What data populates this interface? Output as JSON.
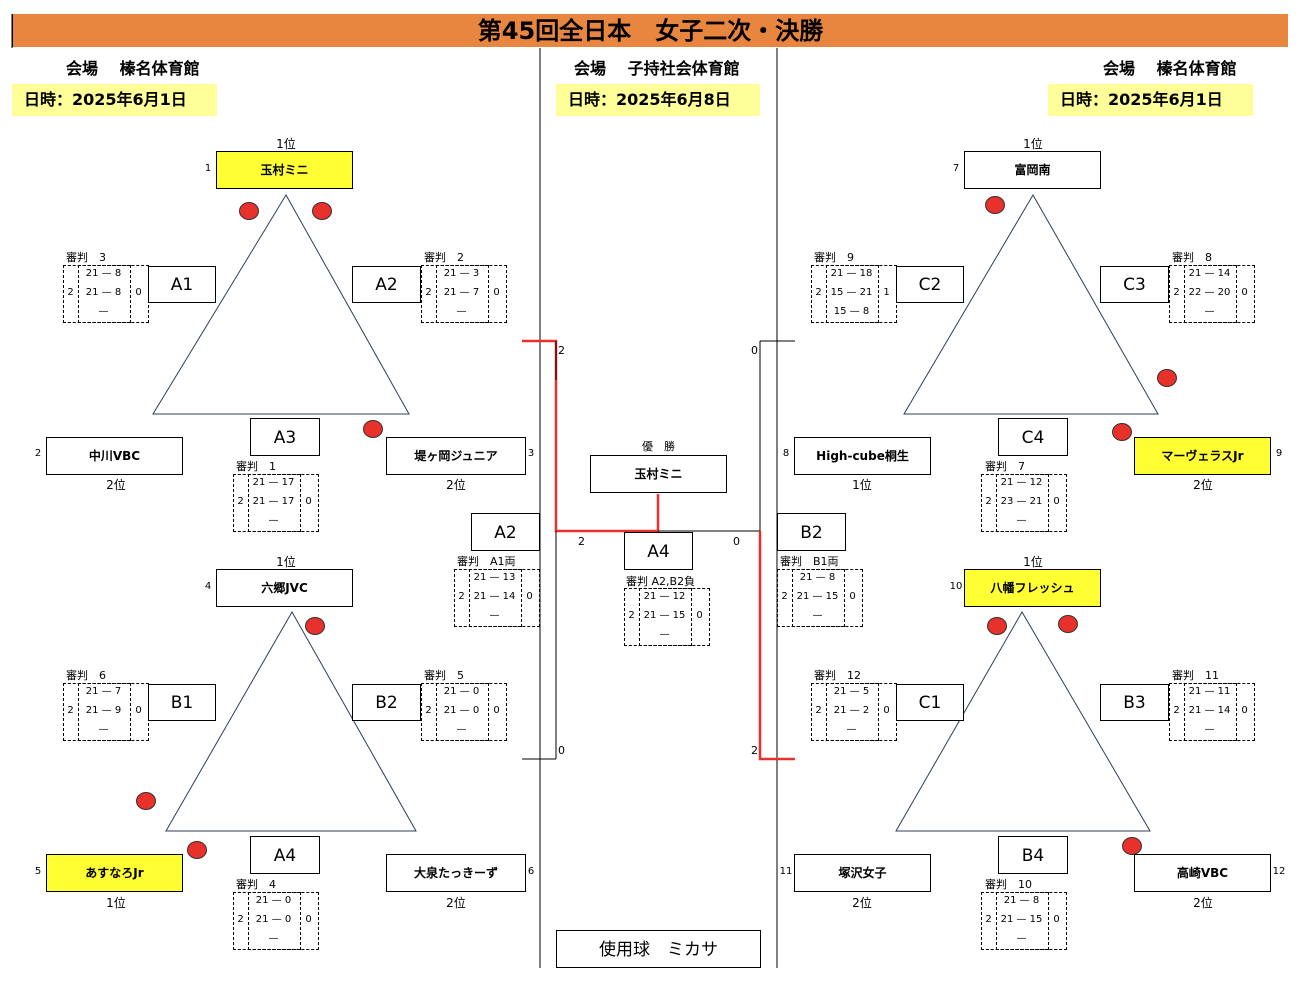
{
  "title": "第45回全日本　女子二次・決勝",
  "venues": {
    "left": {
      "venue": "会場　 榛名体育館",
      "date": "日時：2025年6月1日"
    },
    "center": {
      "venue": "会場　 子持社会体育館",
      "date": "日時：2025年6月8日"
    },
    "right": {
      "venue": "会場　 榛名体育館",
      "date": "日時：2025年6月1日"
    }
  },
  "final": {
    "champion_label": "優　勝",
    "champion": "玉村ミニ",
    "code": "A4",
    "referee": "審判 A2,B2負",
    "left_set": "2",
    "right_set": "0",
    "sets": [
      [
        "21",
        "12"
      ],
      [
        "21",
        "15"
      ]
    ],
    "left_code": "A2",
    "right_code": "B2",
    "left_ref": "審判　A1両",
    "right_ref": "審判　B1両",
    "left_sets": [
      [
        "21",
        "13"
      ],
      [
        "21",
        "14"
      ]
    ],
    "right_sets": [
      [
        "21",
        "8"
      ],
      [
        "21",
        "15"
      ]
    ],
    "bracket_scores": {
      "a_top": "2",
      "b_top": "0",
      "a_bottom": "0",
      "b_bottom": "2"
    }
  },
  "groups": {
    "A": {
      "top": {
        "seed": "1",
        "name": "玉村ミニ",
        "rank": "1位"
      },
      "left": {
        "seed": "2",
        "name": "中川VBC",
        "rank": "2位"
      },
      "right": {
        "seed": "3",
        "name": "堤ヶ岡ジュニア",
        "rank": "2位"
      },
      "codes": {
        "l": "A1",
        "r": "A2",
        "b": "A3"
      },
      "refs": {
        "l": "審判　3",
        "r": "審判　2",
        "b": "審判　1"
      },
      "scores": {
        "l": {
          "w": "2",
          "loss": "0",
          "sets": [
            [
              "21",
              "8"
            ],
            [
              "21",
              "8"
            ]
          ]
        },
        "r": {
          "w": "2",
          "loss": "0",
          "sets": [
            [
              "21",
              "3"
            ],
            [
              "21",
              "7"
            ]
          ]
        },
        "b": {
          "w": "2",
          "loss": "0",
          "sets": [
            [
              "21",
              "17"
            ],
            [
              "21",
              "17"
            ]
          ]
        }
      }
    },
    "B": {
      "top": {
        "seed": "4",
        "name": "六郷JVC",
        "rank": "1位"
      },
      "left": {
        "seed": "5",
        "name": "あすなろJr",
        "rank": "1位"
      },
      "right": {
        "seed": "6",
        "name": "大泉たっきーず",
        "rank": "2位"
      },
      "codes": {
        "l": "B1",
        "r": "B2",
        "b": "A4"
      },
      "refs": {
        "l": "審判　6",
        "r": "審判　5",
        "b": "審判　4"
      },
      "scores": {
        "l": {
          "w": "2",
          "loss": "0",
          "sets": [
            [
              "21",
              "7"
            ],
            [
              "21",
              "9"
            ]
          ]
        },
        "r": {
          "w": "2",
          "loss": "0",
          "sets": [
            [
              "21",
              "0"
            ],
            [
              "21",
              "0"
            ]
          ]
        },
        "b": {
          "w": "2",
          "loss": "0",
          "sets": [
            [
              "21",
              "0"
            ],
            [
              "21",
              "0"
            ]
          ]
        }
      }
    },
    "C": {
      "top": {
        "seed": "7",
        "name": "富岡南",
        "rank": "1位"
      },
      "left": {
        "seed": "8",
        "name": "High-cube桐生",
        "rank": "1位"
      },
      "right": {
        "seed": "9",
        "name": "マーヴェラスJr",
        "rank": "2位"
      },
      "codes": {
        "l": "C2",
        "r": "C3",
        "b": "C4"
      },
      "refs": {
        "l": "審判　9",
        "r": "審判　8",
        "b": "審判　7"
      },
      "scores": {
        "l": {
          "w": "2",
          "loss": "1",
          "sets": [
            [
              "21",
              "18"
            ],
            [
              "15",
              "21"
            ],
            [
              "15",
              "8"
            ]
          ]
        },
        "r": {
          "w": "2",
          "loss": "0",
          "sets": [
            [
              "21",
              "14"
            ],
            [
              "22",
              "20"
            ]
          ]
        },
        "b": {
          "w": "2",
          "loss": "0",
          "sets": [
            [
              "21",
              "12"
            ],
            [
              "23",
              "21"
            ]
          ]
        }
      }
    },
    "D": {
      "top": {
        "seed": "10",
        "name": "八幡フレッシュ",
        "rank": "1位"
      },
      "left": {
        "seed": "11",
        "name": "塚沢女子",
        "rank": "2位"
      },
      "right": {
        "seed": "12",
        "name": "高崎VBC",
        "rank": "2位"
      },
      "codes": {
        "l": "C1",
        "r": "B3",
        "b": "B4"
      },
      "refs": {
        "l": "審判　12",
        "r": "審判　11",
        "b": "審判　10"
      },
      "scores": {
        "l": {
          "w": "2",
          "loss": "0",
          "sets": [
            [
              "21",
              "5"
            ],
            [
              "21",
              "2"
            ]
          ]
        },
        "r": {
          "w": "2",
          "loss": "0",
          "sets": [
            [
              "21",
              "11"
            ],
            [
              "21",
              "14"
            ]
          ]
        },
        "b": {
          "w": "2",
          "loss": "0",
          "sets": [
            [
              "21",
              "8"
            ],
            [
              "21",
              "15"
            ]
          ]
        }
      }
    }
  },
  "ball": "使用球　ミカサ",
  "colors": {
    "title_bg": "#E8853F",
    "highlight": "#FFFF33",
    "date_bg": "#FFFF99",
    "bracket": "#E8312A",
    "ball": "#E8312A"
  },
  "icon": "volleyball-marker"
}
